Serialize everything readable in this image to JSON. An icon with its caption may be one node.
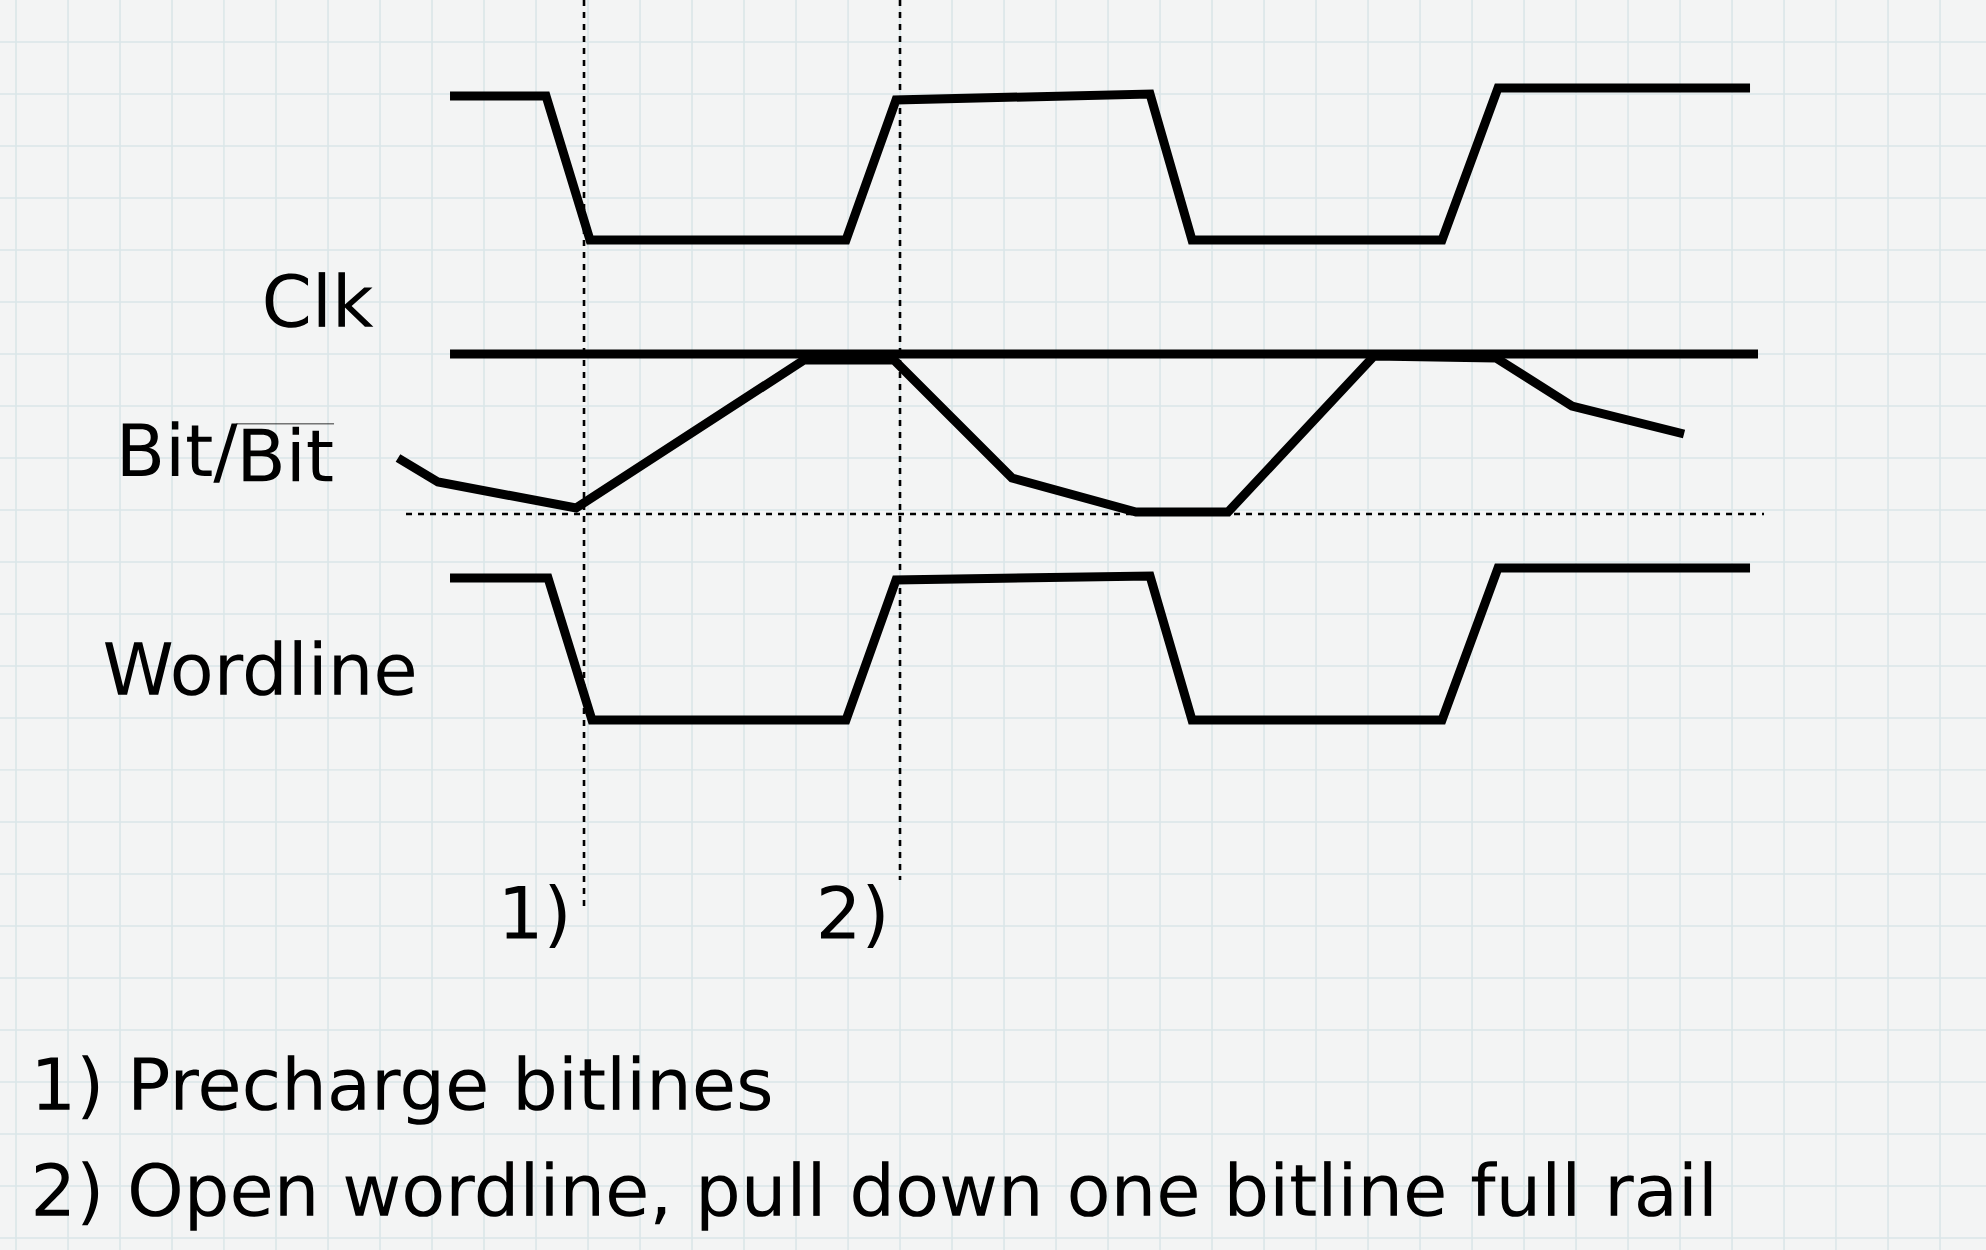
{
  "diagram": {
    "labels": [
      "Clk",
      "Bit/",
      "Bit",
      "Wordline",
      "1)",
      "2)",
      "1) Precharge bitlines",
      "2) Open wordline, pull down one bitline full rail"
    ]
  }
}
